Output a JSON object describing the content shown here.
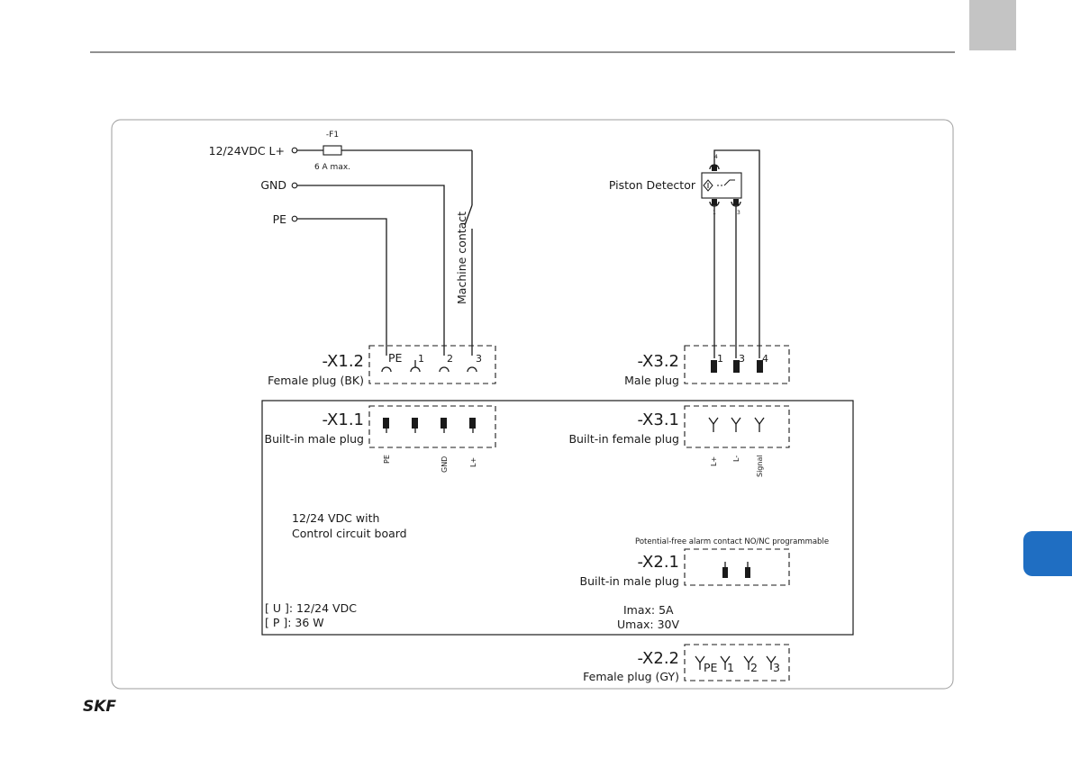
{
  "page": {
    "logo": "SKF",
    "colors": {
      "gray_tab": "#c4c4c4",
      "blue_tab": "#1f6ec2",
      "frame": "#9e9e9e",
      "ink": "#1a1a1a"
    }
  },
  "diagram": {
    "supply": {
      "l_plus": "12/24VDC L+",
      "gnd": "GND",
      "pe": "PE",
      "fuse_label": "-F1",
      "fuse_rating": "6 A max.",
      "machine_contact": "Machine contact"
    },
    "x12": {
      "id": "-X1.2",
      "desc": "Female plug (BK)",
      "pins": [
        "PE",
        "1",
        "2",
        "3"
      ]
    },
    "x11": {
      "id": "-X1.1",
      "desc": "Built-in male plug",
      "labels": [
        "PE",
        "GND",
        "L+"
      ]
    },
    "sensor": {
      "label": "Piston Detector",
      "pin_top": "4",
      "pin_bl": "1",
      "pin_br": "3"
    },
    "x32": {
      "id": "-X3.2",
      "desc": "Male plug",
      "pins": [
        "1",
        "3",
        "4"
      ]
    },
    "x31": {
      "id": "-X3.1",
      "desc": "Built-in female plug",
      "labels": [
        "L+",
        "L-",
        "Signal"
      ]
    },
    "board": {
      "line1": "12/24 VDC with",
      "line2": "Control circuit board",
      "u": "[ U ]: 12/24 VDC",
      "p": "[ P ]: 36 W"
    },
    "x21": {
      "id": "-X2.1",
      "desc": "Built-in male plug",
      "note": "Potential-free alarm contact NO/NC programmable",
      "imax": "Imax:  5A",
      "umax": "Umax: 30V"
    },
    "x22": {
      "id": "-X2.2",
      "desc": "Female plug (GY)",
      "pins": [
        "PE",
        "1",
        "2",
        "3"
      ]
    }
  }
}
